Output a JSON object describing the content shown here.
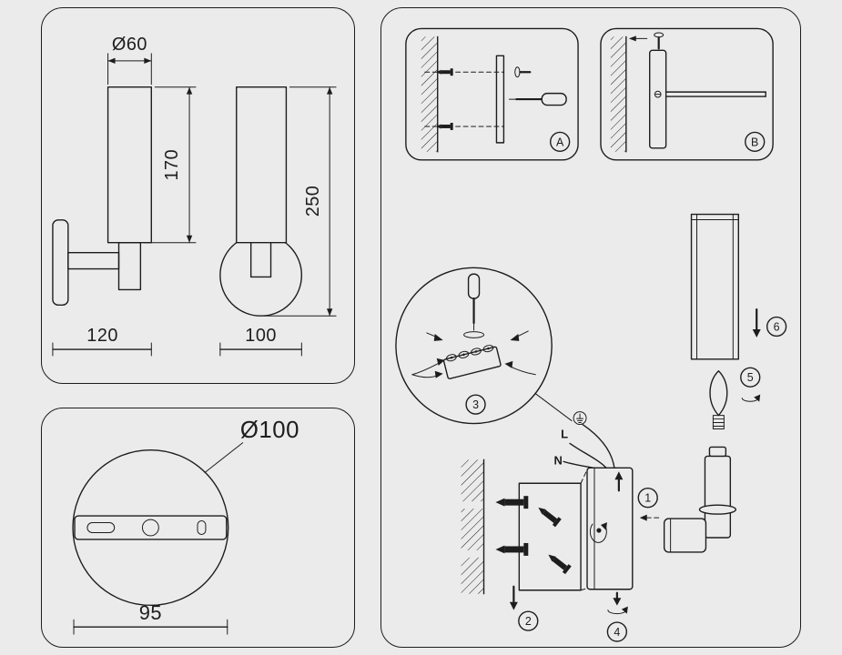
{
  "page": {
    "background": "#ebebeb",
    "line_color": "#1d1d1d"
  },
  "dimension_panel": {
    "top_diameter": "Ø60",
    "shade_height": "170",
    "total_height": "250",
    "depth": "120",
    "body_width": "100"
  },
  "backplate_panel": {
    "plate_diameter": "Ø100",
    "slot_span": "95"
  },
  "install_panel": {
    "step_a": "A",
    "step_b": "B",
    "step_1": "1",
    "step_2": "2",
    "step_3": "3",
    "step_4": "4",
    "step_5": "5",
    "step_6": "6",
    "wire_live": "L",
    "wire_neutral": "N"
  }
}
